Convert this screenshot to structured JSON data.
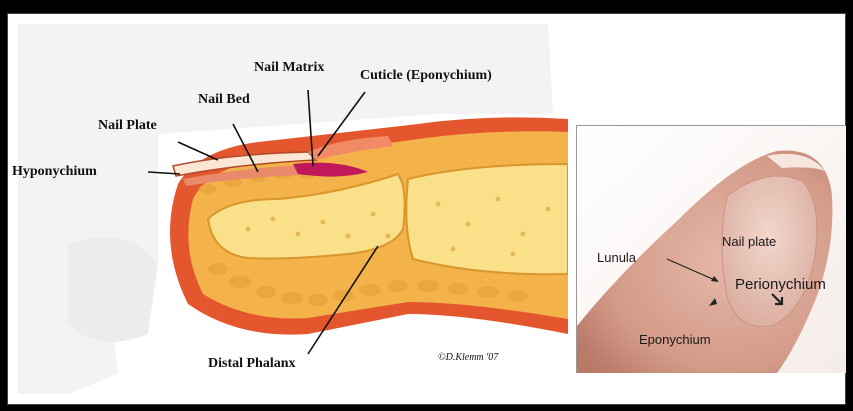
{
  "diagram": {
    "labels": {
      "nail_matrix": "Nail Matrix",
      "cuticle": "Cuticle (Eponychium)",
      "nail_bed": "Nail Bed",
      "nail_plate": "Nail Plate",
      "hyponychium": "Hyponychium",
      "distal_phalanx": "Distal Phalanx"
    },
    "signature": "©D.Klemm '07"
  },
  "photo": {
    "labels": {
      "lunula": "Lunula",
      "nail_plate": "Nail plate",
      "perionychium": "Perionychium",
      "eponychium": "Eponychium"
    }
  },
  "colors": {
    "skin": "#e4572e",
    "tissue": "#f3b24a",
    "bone": "#fbe08a",
    "matrix": "#c0185a"
  }
}
